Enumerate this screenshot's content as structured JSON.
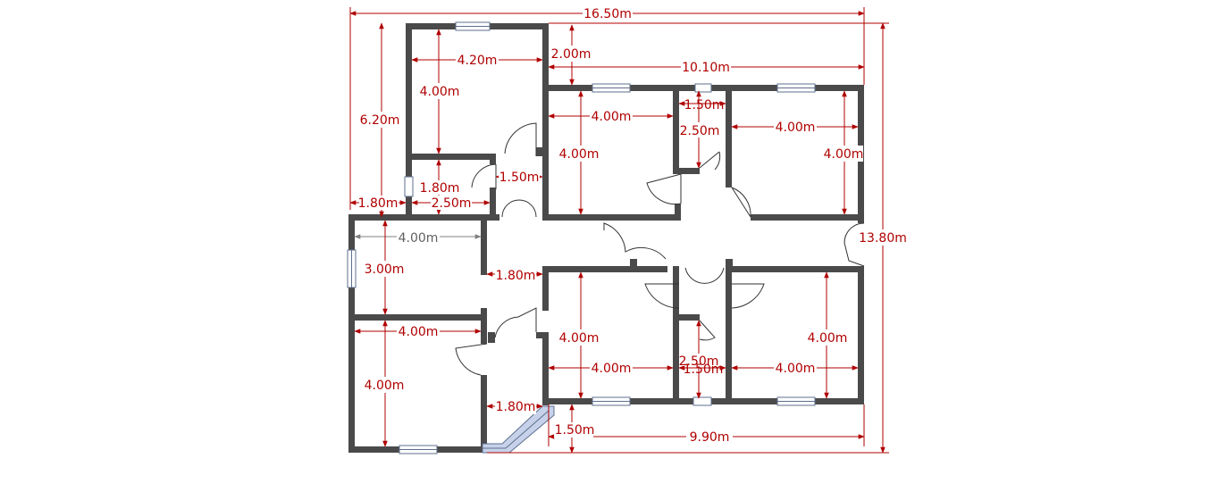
{
  "dimensions": {
    "overall_width": "16.50m",
    "overall_depth": "13.80m",
    "left_depth_upper": "6.20m",
    "top_offset": "2.00m",
    "right_block_width": "10.10m",
    "bottom_block_width": "9.90m",
    "corner_offset": "1.50m",
    "corridor_left": "1.80m",
    "room_a_width": "4.20m",
    "room_a_depth": "4.00m",
    "small_room_depth": "1.80m",
    "small_room_width": "2.50m",
    "door_gap": "1.50m",
    "room_b_width": "4.00m",
    "room_b_depth": "4.00m",
    "bath_top_width": "1.50m",
    "bath_top_depth": "2.50m",
    "room_c_width": "4.00m",
    "room_c_depth": "4.00m",
    "room_d_width": "4.00m",
    "room_d_depth": "3.00m",
    "corridor_mid": "1.80m",
    "room_e_width": "4.00m",
    "room_e_depth": "4.00m",
    "corridor_bottom": "1.80m",
    "room_f_width": "4.00m",
    "room_f_depth": "4.00m",
    "bath_bottom_depth": "2.50m",
    "bath_bottom_width": "1.50m",
    "room_g_width": "4.00m",
    "room_g_depth": "4.00m"
  },
  "colors": {
    "wall": "#4a4a4a",
    "dimension": "#b00000",
    "dimension_gray": "#808080",
    "window": "#5c6f8c",
    "bay_window": "#c7d2ea"
  }
}
